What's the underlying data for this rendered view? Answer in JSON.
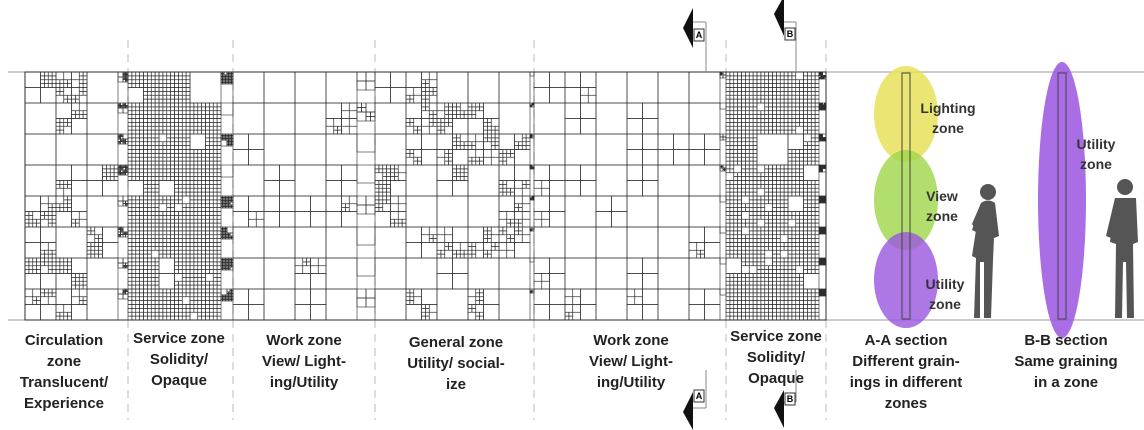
{
  "zones": [
    {
      "lines": [
        "Circulation",
        "zone",
        "Translucent/",
        "Experience"
      ],
      "density": 0.55
    },
    {
      "lines": [
        "Service zone",
        "Solidity/",
        "Opaque"
      ],
      "density": 0.95
    },
    {
      "lines": [
        "Work zone",
        "View/ Light-",
        "ing/Utility"
      ],
      "density": 0.12
    },
    {
      "lines": [
        "General zone",
        "Utility/ social-",
        "ize"
      ],
      "density": 0.45
    },
    {
      "lines": [
        "Work zone",
        "View/ Light-",
        "ing/Utility"
      ],
      "density": 0.12
    },
    {
      "lines": [
        "Service zone",
        "Solidity/",
        "Opaque"
      ],
      "density": 0.95
    }
  ],
  "sections": {
    "aa": {
      "caption": [
        "A-A section",
        "Different grain-",
        "ings in different",
        "zones"
      ]
    },
    "bb": {
      "caption": [
        "B-B section",
        "Same graining",
        "in a zone"
      ]
    }
  },
  "markers": {
    "a": "A",
    "b": "B"
  },
  "ovals": {
    "lighting": {
      "text": [
        "Lighting",
        "zone"
      ],
      "color": "#e8e25a"
    },
    "view": {
      "text": [
        "View",
        "zone"
      ],
      "color": "#9fd64a"
    },
    "utility_a": {
      "text": [
        "Utility",
        "zone"
      ],
      "color": "#9a55e0"
    },
    "utility_b": {
      "text": [
        "Utility",
        "zone"
      ],
      "color": "#9a55e0"
    }
  },
  "colors": {
    "grid": "#2b2b2b",
    "line": "#999999",
    "silhouette": "#555555"
  }
}
